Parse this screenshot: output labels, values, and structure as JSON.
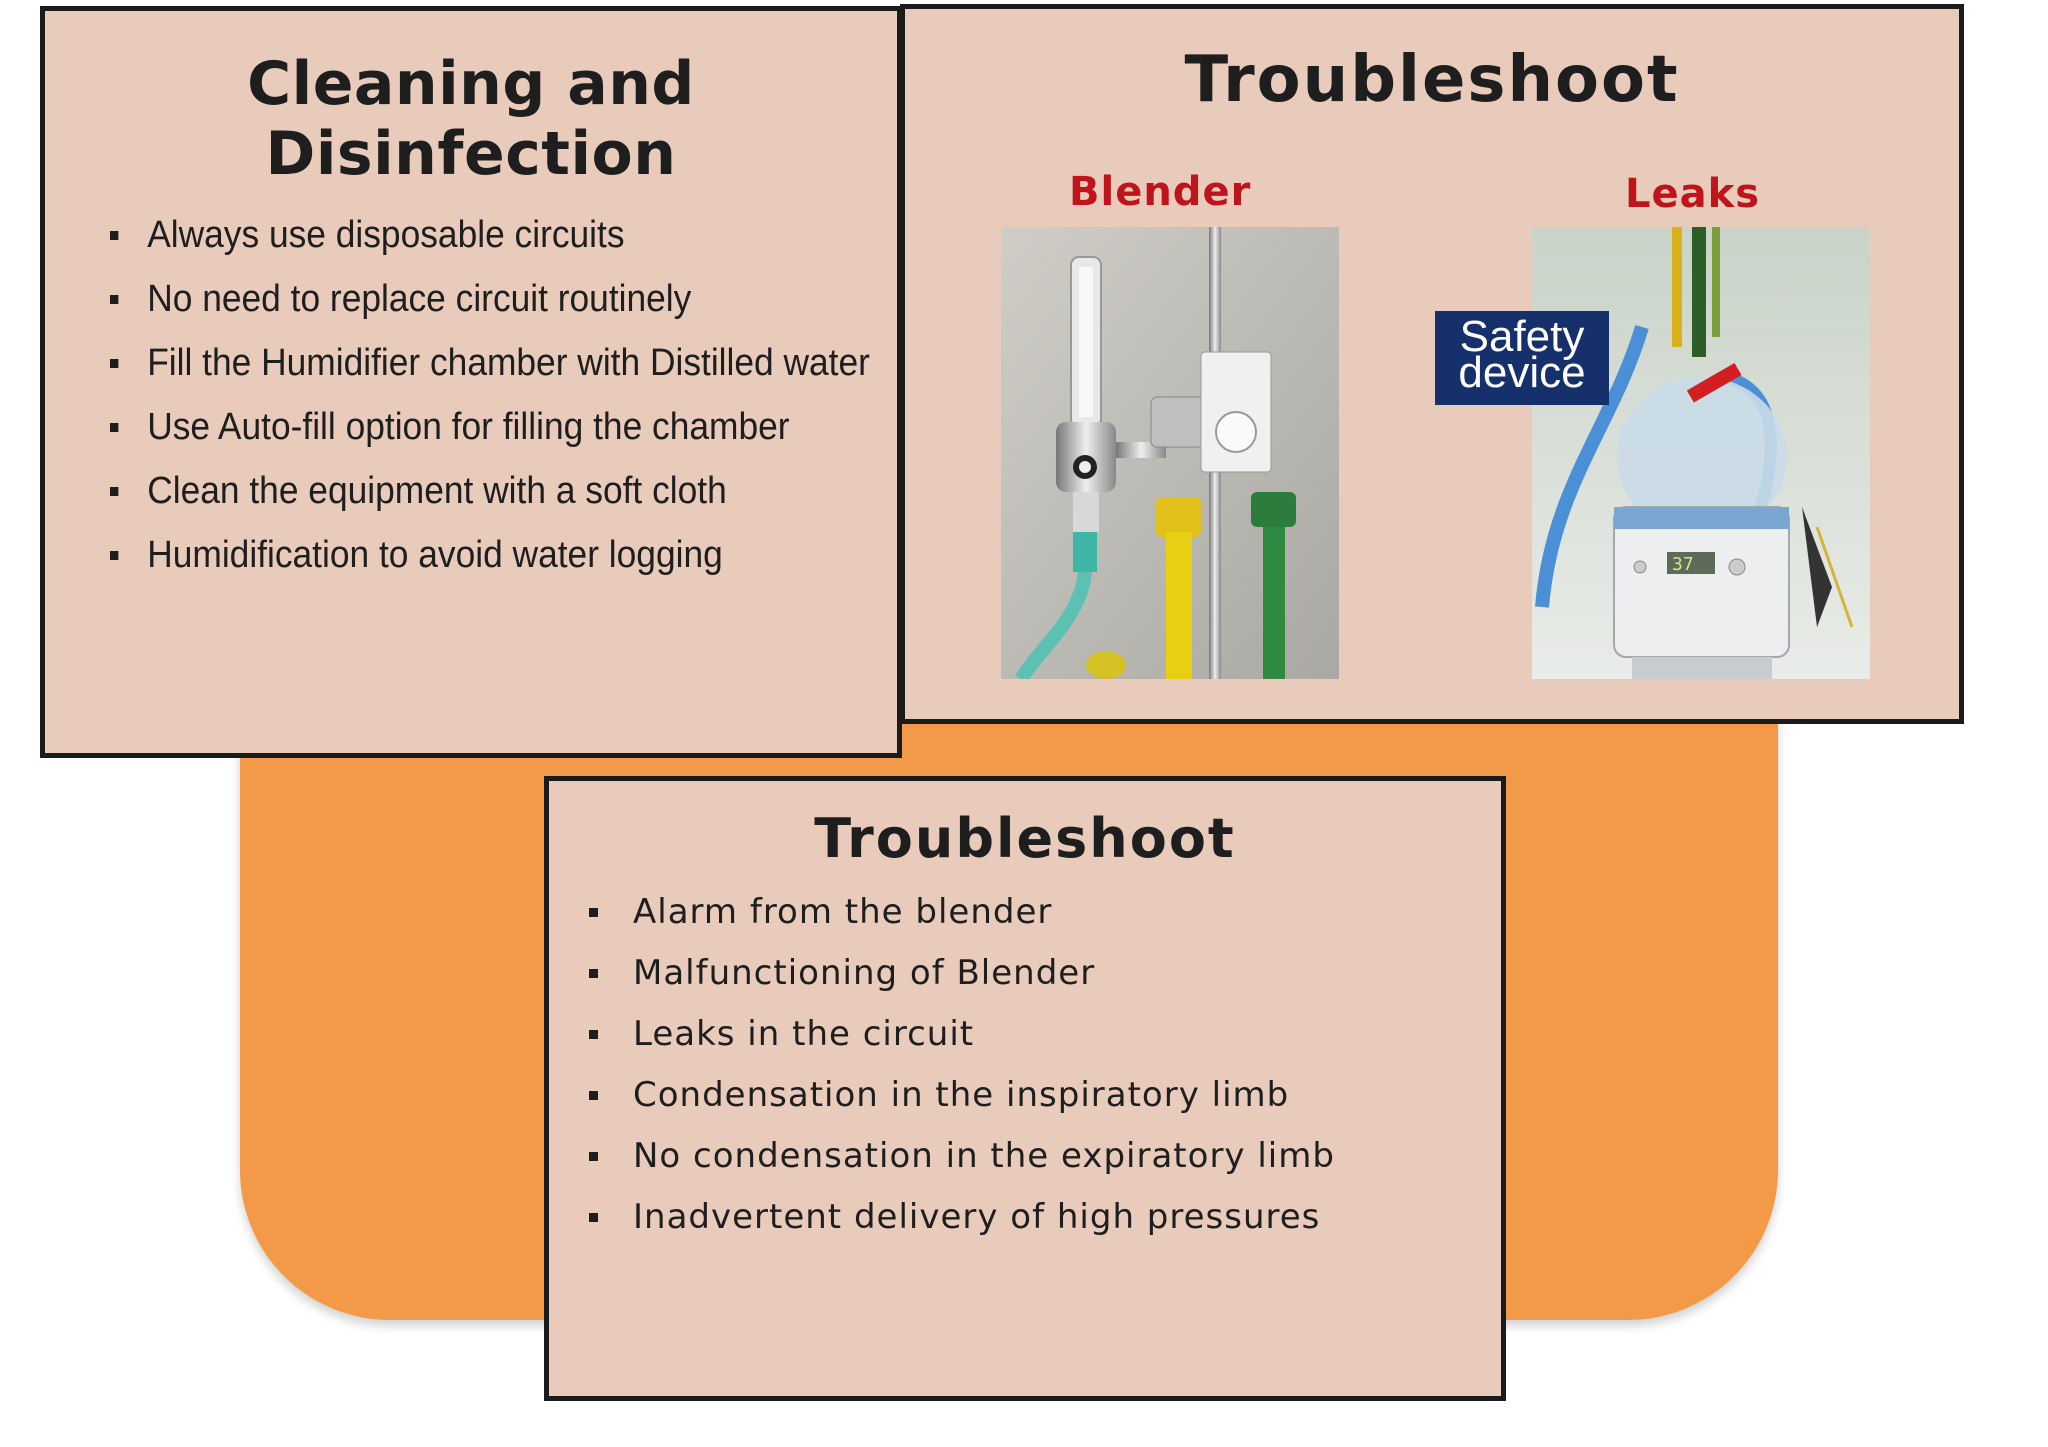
{
  "cleaning": {
    "title": "Cleaning and Disinfection",
    "items": [
      "Always use disposable circuits",
      "No need to replace circuit routinely",
      "Fill the Humidifier chamber with Distilled water",
      "Use Auto-fill option for filling the chamber",
      "Clean the equipment with a soft cloth",
      "Humidification to avoid water logging"
    ]
  },
  "troubleshoot_images": {
    "title": "Troubleshoot",
    "blender_label": "Blender",
    "leaks_label": "Leaks",
    "safety_tag_line1": "Safety",
    "safety_tag_line2": "device"
  },
  "troubleshoot_list": {
    "title": "Troubleshoot",
    "items": [
      "Alarm from the blender",
      "Malfunctioning of Blender",
      "Leaks in the circuit",
      "Condensation in the inspiratory limb",
      "No condensation in the expiratory limb",
      "Inadvertent delivery of high pressures"
    ]
  },
  "colors": {
    "slide_background": "#e8cbbb",
    "orange_background": "#f39a48",
    "label_red": "#c0141c",
    "safety_tag_blue": "#16306b"
  }
}
